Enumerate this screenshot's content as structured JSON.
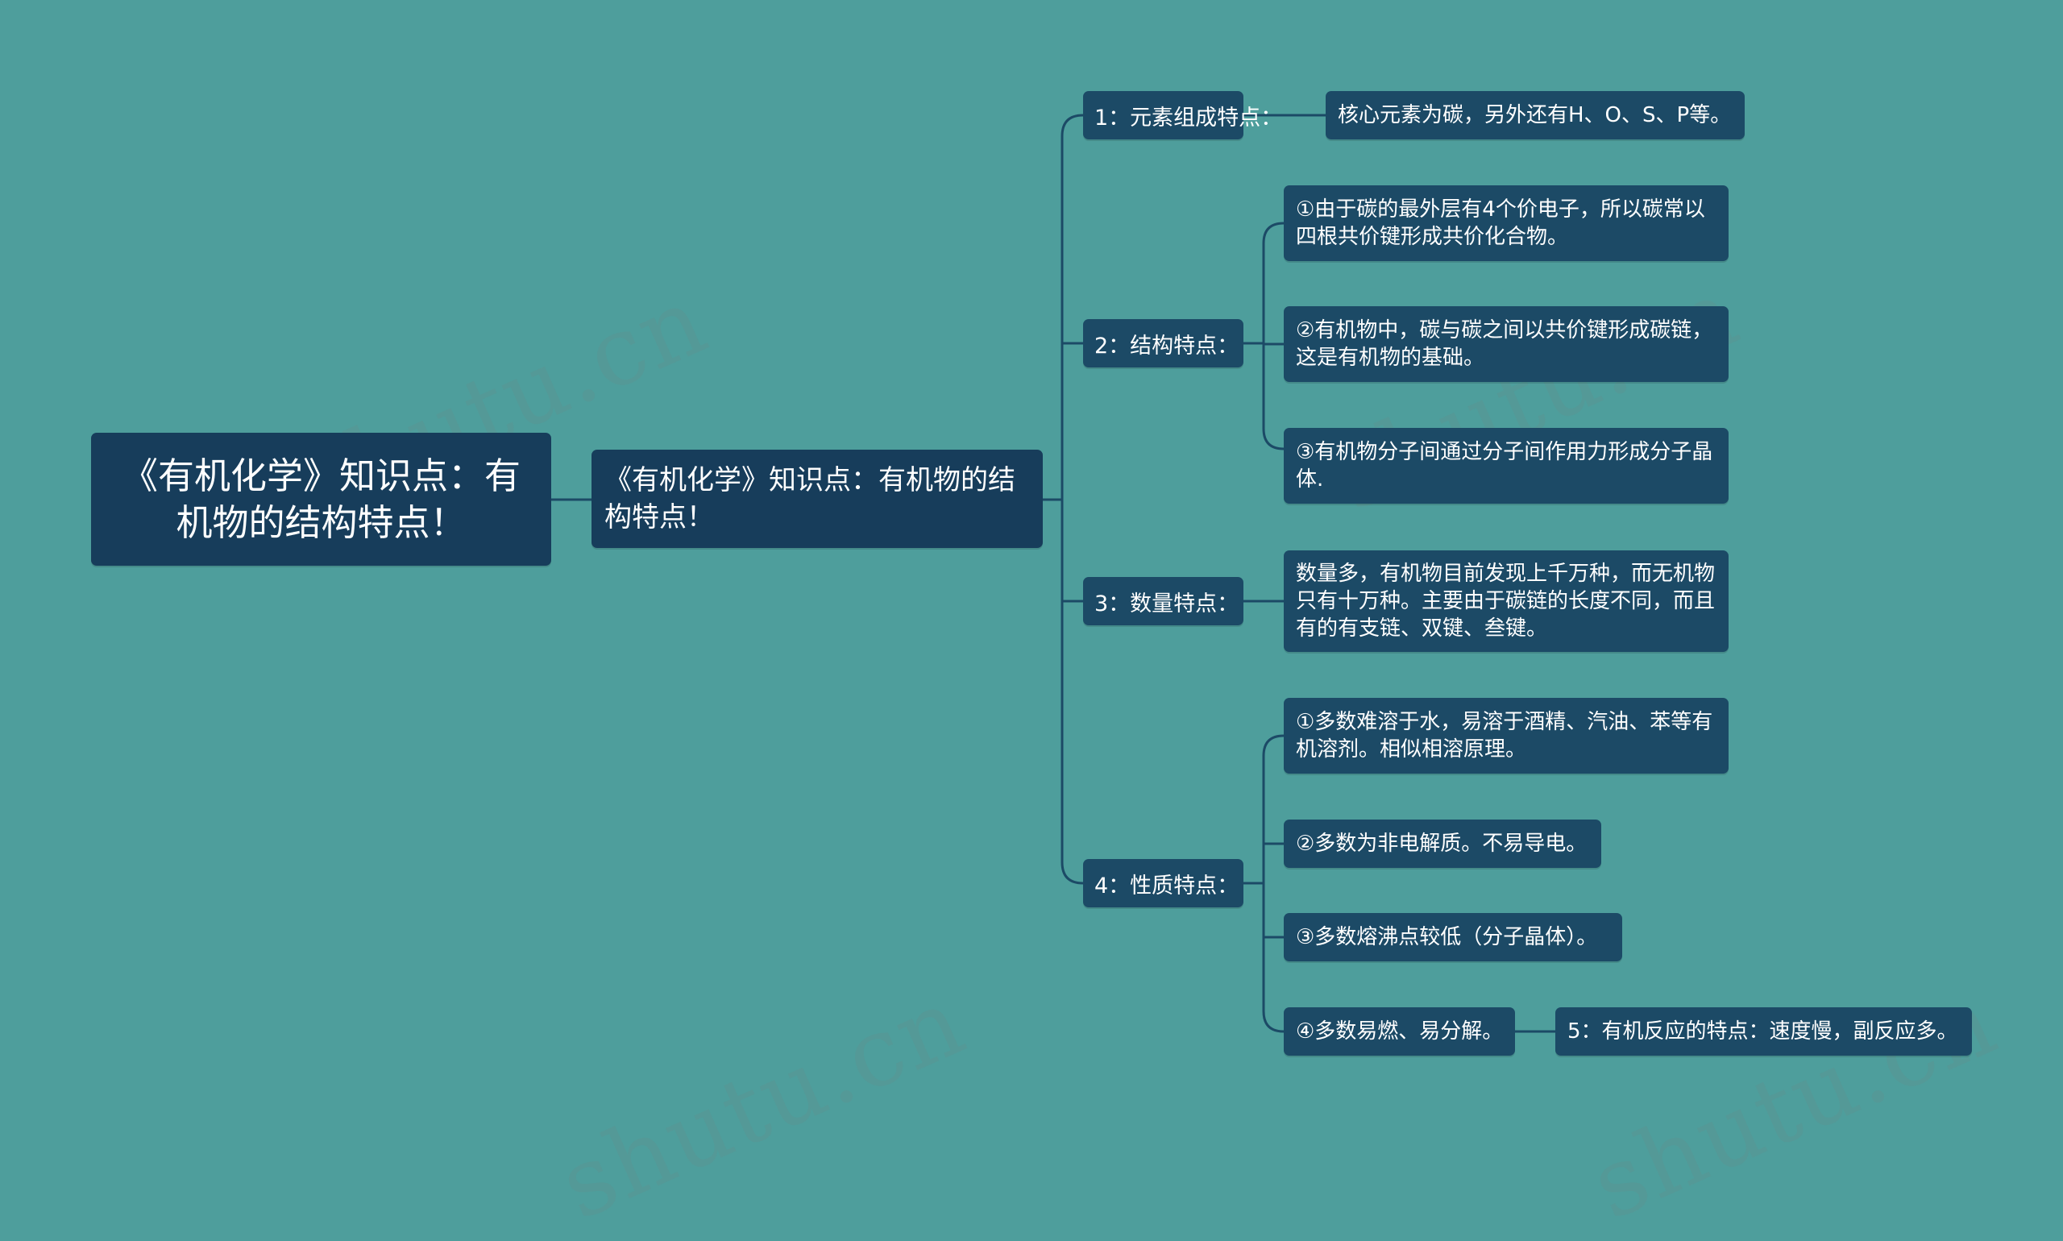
{
  "root": {
    "label": "《有机化学》知识点：有机物的结构特点！"
  },
  "main": {
    "label": "《有机化学》知识点：有机物的结构特点！"
  },
  "categories": [
    {
      "label": "1：元素组成特点："
    },
    {
      "label": "2：结构特点："
    },
    {
      "label": "3：数量特点："
    },
    {
      "label": "4：性质特点："
    }
  ],
  "details": {
    "composition": "核心元素为碳，另外还有H、O、S、P等。",
    "structure": [
      "①由于碳的最外层有4个价电子，所以碳常以四根共价键形成共价化合物。",
      "②有机物中，碳与碳之间以共价键形成碳链，这是有机物的基础。",
      "③有机物分子间通过分子间作用力形成分子晶体."
    ],
    "quantity": "数量多，有机物目前发现上千万种，而无机物只有十万种。主要由于碳链的长度不同，而且有的有支链、双键、叁键。",
    "properties": [
      "①多数难溶于水，易溶于酒精、汽油、苯等有机溶剂。相似相溶原理。",
      "②多数为非电解质。不易导电。",
      "③多数熔沸点较低（分子晶体）。",
      "④多数易燃、易分解。"
    ],
    "reaction": "5：有机反应的特点：速度慢，副反应多。"
  },
  "watermark": "shutu.cn",
  "colors": {
    "background": "#4e9e9c",
    "node": "#1c4a66",
    "line": "#1c4a66"
  }
}
